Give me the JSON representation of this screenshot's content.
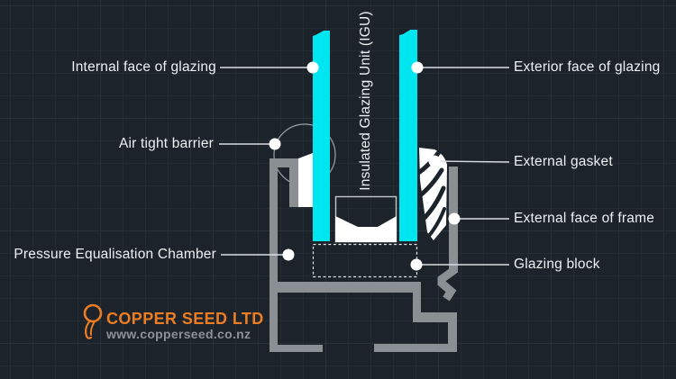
{
  "theme": {
    "bg": "#1c232b",
    "grid_minor": "#232b33",
    "grid_major": "#28303a",
    "glazing_cyan": "#00e6f0",
    "frame_gray": "#8a8f94",
    "shape_white": "#ffffff",
    "leader": "#d9dee2",
    "label": "#eef1f4",
    "brand_orange": "#ed7d23",
    "brand_gray": "#8d9298"
  },
  "diagram": {
    "vertical_title": "Insulated Glazing Unit (IGU)",
    "labels": {
      "internal_face": "Internal face of glazing",
      "air_tight_barrier": "Air tight barrier",
      "pressure_chamber": "Pressure Equalisation Chamber",
      "exterior_face": "Exterior face of glazing",
      "external_gasket": "External gasket",
      "external_frame_face": "External face of frame",
      "glazing_block": "Glazing block"
    }
  },
  "branding": {
    "company": "COPPER SEED LTD",
    "website": "www.copperseed.co.nz"
  }
}
